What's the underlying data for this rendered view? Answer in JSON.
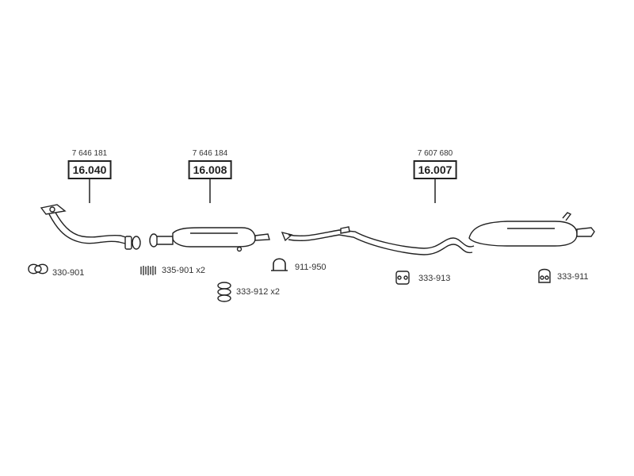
{
  "assemblies": [
    {
      "oe_number": "7 646 181",
      "part_number": "16.040",
      "part": "front-pipe"
    },
    {
      "oe_number": "7 646 184",
      "part_number": "16.008",
      "part": "middle-silencer"
    },
    {
      "oe_number": "7 607 680",
      "part_number": "16.007",
      "part": "rear-silencer"
    }
  ],
  "accessories": [
    {
      "label": "330-901",
      "icon": "gasket-icon"
    },
    {
      "label": "335-901 x2",
      "icon": "spring-icon"
    },
    {
      "label": "333-912 x2",
      "icon": "rubber-bush-icon"
    },
    {
      "label": "911-950",
      "icon": "clamp-icon"
    },
    {
      "label": "333-913",
      "icon": "rubber-mount-icon"
    },
    {
      "label": "333-911",
      "icon": "rubber-hanger-icon"
    }
  ],
  "colors": {
    "line": "#222222",
    "fill": "#ffffff"
  }
}
